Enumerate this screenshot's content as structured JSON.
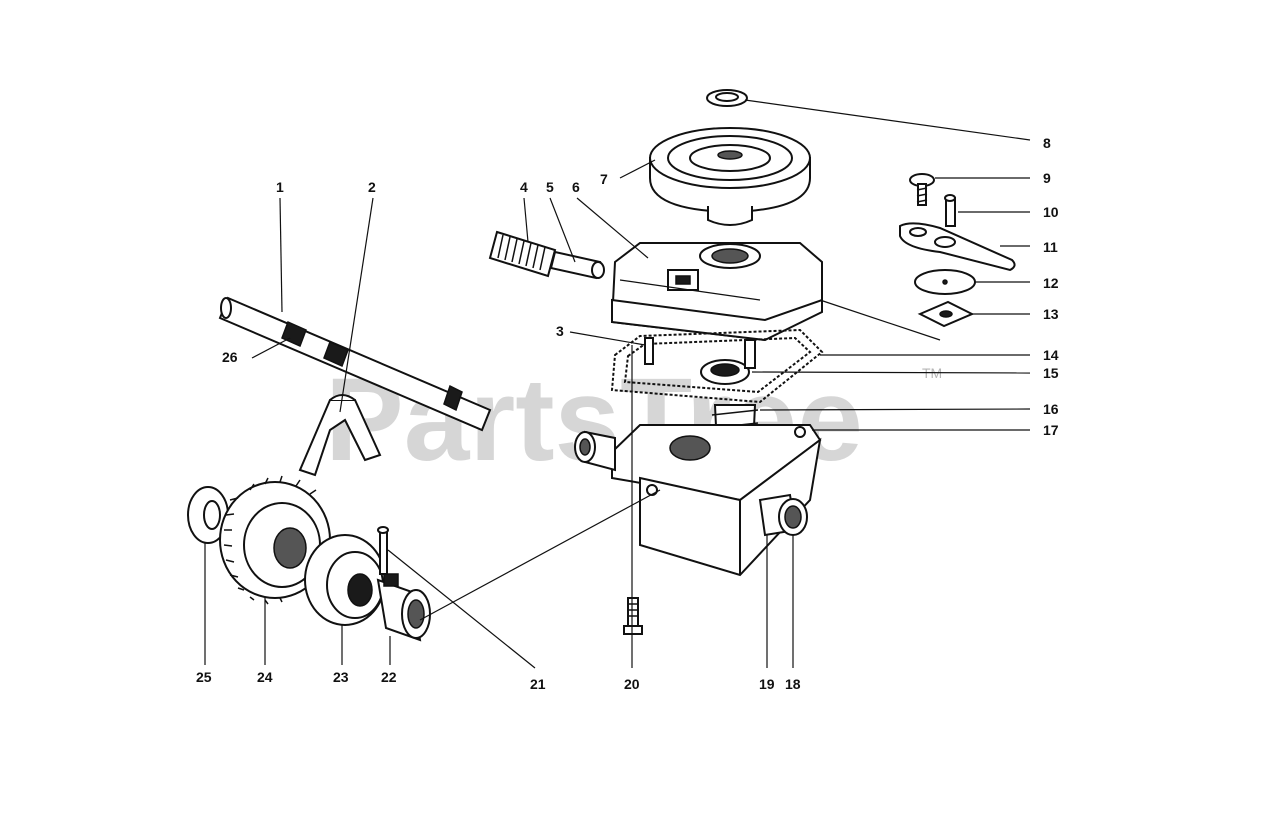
{
  "watermark": {
    "brand": "PartsTree",
    "trademark": "TM"
  },
  "callouts": {
    "c1": "1",
    "c2": "2",
    "c3": "3",
    "c4": "4",
    "c5": "5",
    "c6": "6",
    "c7": "7",
    "c8": "8",
    "c9": "9",
    "c10": "10",
    "c11": "11",
    "c12": "12",
    "c13": "13",
    "c14": "14",
    "c15": "15",
    "c16": "16",
    "c17": "17",
    "c18": "18",
    "c19": "19",
    "c20": "20",
    "c21": "21",
    "c22": "22",
    "c23": "23",
    "c24": "24",
    "c25": "25",
    "c26": "26"
  },
  "colors": {
    "ink": "#111111",
    "watermark": "#b5b5b5",
    "background": "#ffffff"
  }
}
